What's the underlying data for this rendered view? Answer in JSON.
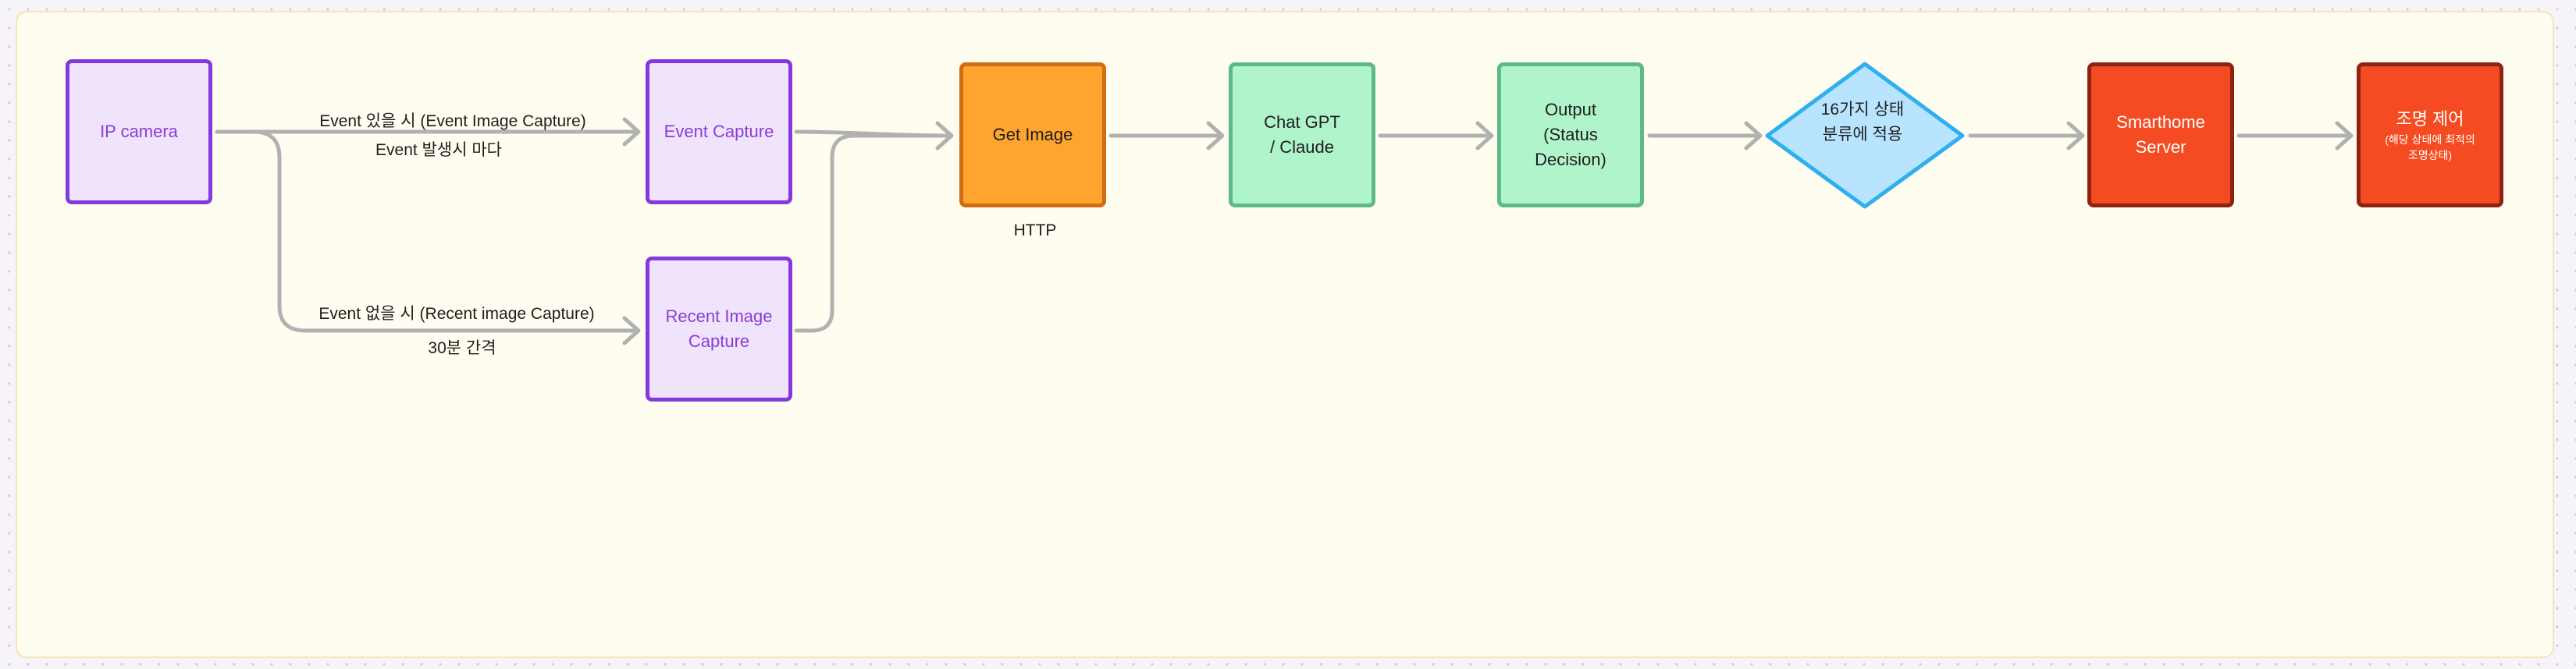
{
  "nodes": {
    "ip_camera": "IP camera",
    "event_capture": "Event Capture",
    "recent_capture_line1": "Recent Image",
    "recent_capture_line2": "Capture",
    "get_image": "Get Image",
    "chat_gpt_line1": "Chat GPT",
    "chat_gpt_line2": "/ Claude",
    "output_line1": "Output",
    "output_line2": "(Status",
    "output_line3": "Decision)",
    "classify_line1": "16가지 상태",
    "classify_line2": "분류에 적용",
    "smarthome_line1": "Smarthome",
    "smarthome_line2": "Server",
    "lighting_title": "조명 제어",
    "lighting_sub_line1": "(해당 상태에 최적의",
    "lighting_sub_line2": "조명상태)"
  },
  "labels": {
    "event_branch_top": "Event 있을 시 (Event Image Capture)",
    "event_branch_bottom": "Event 발생시 마다",
    "recent_branch_top": "Event 없을 시 (Recent image Capture)",
    "recent_branch_bottom": "30분 간격",
    "http": "HTTP"
  },
  "colors": {
    "camera_purple": "#8439de",
    "get_image_orange": "#ffa42e",
    "model_green": "#b0f4cb",
    "classify_blue": "#b8e4ff",
    "server_red": "#f44b22",
    "connector_gray": "#b1b1b1"
  }
}
